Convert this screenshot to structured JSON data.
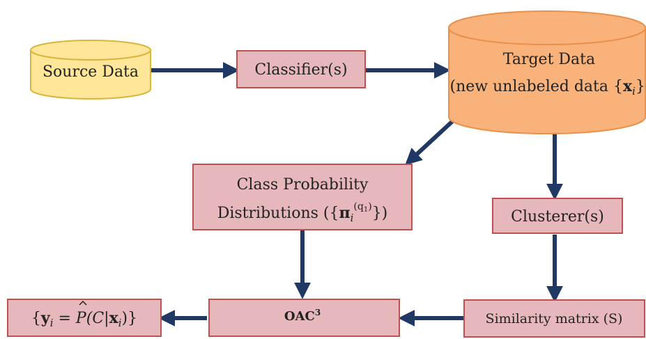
{
  "diagram": {
    "source": {
      "label": "Source Data"
    },
    "classifier": {
      "label": "Classifier(s)"
    },
    "target": {
      "line1": "Target Data",
      "line2_prefix": "(new unlabeled data {",
      "line2_var": "x",
      "line2_sub": "i",
      "line2_suffix": "})"
    },
    "cpd": {
      "line1": "Class Probability",
      "line2_prefix": "Distributions ({",
      "line2_var": "π",
      "line2_sub": "i",
      "line2_sup": "(q",
      "line2_sup_sub": "1",
      "line2_sup_close": ")",
      "line2_suffix": "})"
    },
    "clusterer": {
      "label": "Clusterer(s)"
    },
    "oac": {
      "label": "OAC",
      "sup": "3"
    },
    "similarity": {
      "label": "Similarity matrix (S)"
    },
    "output": {
      "open": "{",
      "y": "y",
      "y_sub": "i",
      "eq": " = ",
      "p": "P",
      "paren_open": "(C|",
      "x": "x",
      "x_sub": "i",
      "close": ")}"
    },
    "colors": {
      "process_fill": "#e6b8bc",
      "process_stroke": "#c0504d",
      "source_fill": "#ffe699",
      "source_stroke": "#d9b43a",
      "target_fill": "#f9b27a",
      "target_stroke": "#e9904a",
      "arrow": "#1f3864"
    }
  }
}
